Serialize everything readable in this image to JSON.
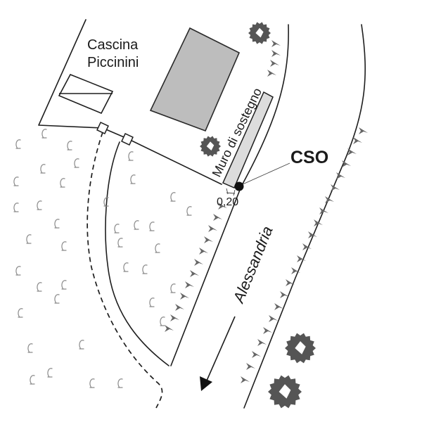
{
  "labels": {
    "farm": [
      "Cascina",
      "Piccinini"
    ],
    "wall": "Muro di sostegno",
    "cso": "CSO",
    "distance": "0,20",
    "road": "Alessandria"
  },
  "legend_symbols": {
    "grass": "grass-icon",
    "tree": "tree-icon",
    "embankment": "embankment-tick-icon",
    "cso_point": "cso-point-icon",
    "flow_arrow": "flow-direction-arrow-icon"
  },
  "colors": {
    "building_fill": "#bdbdbd",
    "wall_fill": "#dcdcdc",
    "tree_fill": "#555555",
    "line": "#1e1e1e",
    "grass": "#8a8a8a",
    "embankment": "#666666"
  }
}
